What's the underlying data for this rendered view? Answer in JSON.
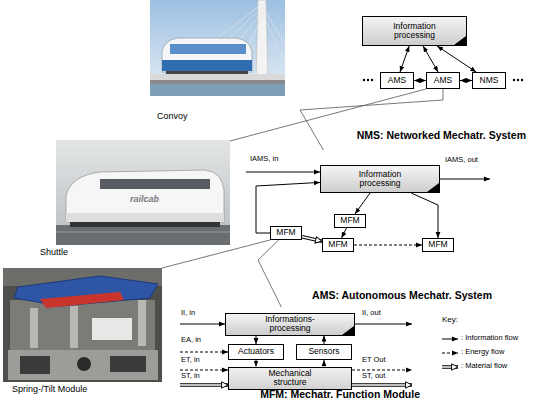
{
  "diagram": {
    "nodes": [
      {
        "text": [
          "NMS: Networked Mechatr. System"
        ]
      },
      {
        "text": [
          "Information processing"
        ],
        "in": 0
      },
      {
        "text": [
          "AMS"
        ],
        "in": 0
      },
      {
        "text": [
          "AMS"
        ],
        "in": 0
      },
      {
        "text": [
          "NMS"
        ],
        "in": 0
      },
      {
        "text": [
          "AMS: Autonomous Mechatr. System"
        ]
      },
      {
        "text": [
          "Information processing"
        ],
        "in": 5
      },
      {
        "text": [
          "MFM"
        ],
        "in": 5
      },
      {
        "text": [
          "MFM"
        ],
        "in": 5
      },
      {
        "text": [
          "MFM"
        ],
        "in": 5
      },
      {
        "text": [
          "MFM"
        ],
        "in": 5
      },
      {
        "text": [
          "MFM: Mechatr. Function Module"
        ]
      },
      {
        "text": [
          "Informations- processing"
        ],
        "in": 11
      },
      {
        "text": [
          "Actuators"
        ],
        "in": 11
      },
      {
        "text": [
          "Sensors"
        ],
        "in": 11
      },
      {
        "text": [
          "Mechanical structure"
        ],
        "in": 11
      }
    ],
    "edges": [
      {
        "from": 1,
        "to": 2,
        "arrow": "both"
      },
      {
        "from": 1,
        "to": 3,
        "arrow": "both"
      },
      {
        "from": 1,
        "to": 4,
        "arrow": "both"
      },
      {
        "from": 2,
        "to": 3,
        "arrow": "both"
      },
      {
        "from": 3,
        "to": 4,
        "arrow": "both"
      },
      {
        "from": 3,
        "to": 5,
        "arrow": "none"
      },
      {
        "from": 6,
        "to": 7,
        "arrow": "to"
      },
      {
        "from": 6,
        "to": 10,
        "arrow": "to"
      },
      {
        "from": 8,
        "to": 6,
        "arrow": "to"
      },
      {
        "from": 7,
        "to": 9,
        "arrow": "to"
      },
      {
        "from": 8,
        "to": 9,
        "arrow": "to"
      },
      {
        "from": 9,
        "to": 10,
        "arrow": "to"
      },
      {
        "from": 8,
        "to": 11,
        "arrow": "none"
      },
      {
        "from": 12,
        "to": 13,
        "arrow": "to"
      },
      {
        "from": 14,
        "to": 12,
        "arrow": "to"
      },
      {
        "from": 13,
        "to": 15,
        "arrow": "to"
      },
      {
        "from": 15,
        "to": 14,
        "arrow": "to"
      }
    ],
    "labels": [
      "Convoy",
      "railcab",
      "Shuttle",
      "Spring-/Tilt Module",
      "IAMS, in",
      "IAMS, out",
      "II, in",
      "II, out",
      "EA, in",
      "ET, in",
      "ST, in",
      "ET Out",
      "ST, out",
      "Key:"
    ],
    "legend": [
      {
        "text": ": Information flow"
      },
      {
        "text": ": Energy flow"
      },
      {
        "text": ": Material flow"
      }
    ]
  }
}
